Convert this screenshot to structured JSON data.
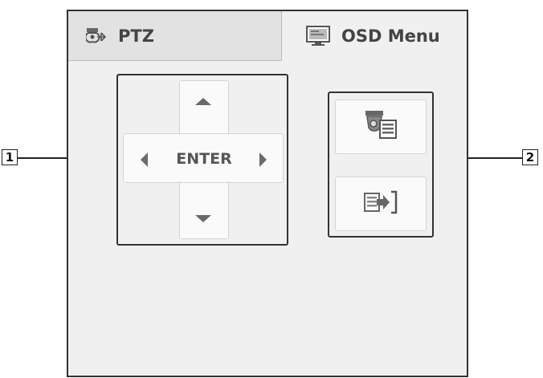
{
  "tabs": [
    {
      "label": "PTZ",
      "icon": "ptz-camera-icon",
      "active": false
    },
    {
      "label": "OSD Menu",
      "icon": "osd-monitor-icon",
      "active": true
    }
  ],
  "dpad": {
    "center_label": "ENTER",
    "up_icon": "arrow-up-icon",
    "down_icon": "arrow-down-icon",
    "left_icon": "arrow-left-icon",
    "right_icon": "arrow-right-icon"
  },
  "side_buttons": [
    {
      "icon": "camera-menu-icon"
    },
    {
      "icon": "exit-icon"
    }
  ],
  "callouts": [
    "1",
    "2"
  ],
  "colors": {
    "border": "#333333",
    "panel": "#f0f0f0",
    "button": "#fafafa",
    "text": "#444444"
  }
}
